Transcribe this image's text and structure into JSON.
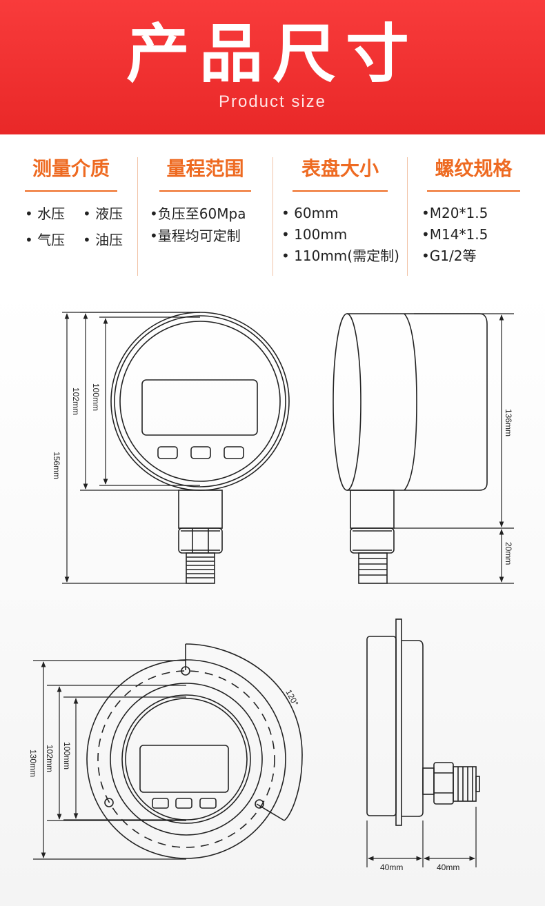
{
  "banner": {
    "title": "产品尺寸",
    "subtitle": "Product size"
  },
  "specs": [
    {
      "title": "测量介质",
      "items": [
        "• 水压",
        "• 液压",
        "• 气压",
        "• 油压"
      ]
    },
    {
      "title": "量程范围",
      "items": [
        "•负压至60Mpa",
        "•量程均可定制"
      ]
    },
    {
      "title": "表盘大小",
      "items": [
        "• 60mm",
        "• 100mm",
        "• 110mm(需定制)"
      ]
    },
    {
      "title": "螺纹规格",
      "items": [
        "•M20*1.5",
        "•M14*1.5",
        "•G1/2等"
      ]
    }
  ],
  "dimensions": {
    "front_outer": "156mm",
    "front_mid": "102mm",
    "front_inner": "100mm",
    "side_body": "136mm",
    "side_thread": "20mm",
    "flange_outer": "130mm",
    "flange_mid": "102mm",
    "flange_inner": "100mm",
    "flange_angle": "120°",
    "side_depth_1": "40mm",
    "side_depth_2": "40mm"
  },
  "colors": {
    "banner": "#e92828",
    "accent": "#ee6a21",
    "divider": "#f1c3a6",
    "line": "#222222"
  }
}
